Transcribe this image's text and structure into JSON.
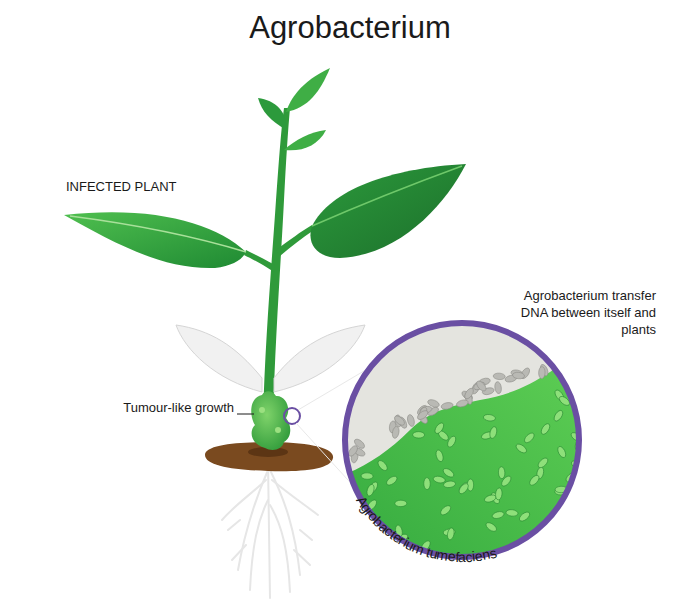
{
  "diagram": {
    "title": "Agrobacterium",
    "labels": [
      "INFECTED PLANT",
      "Tumour-like growth",
      "Agrobacterium transfer DNA between itself and plants",
      "Agrobacterium tumefaciens"
    ]
  }
}
